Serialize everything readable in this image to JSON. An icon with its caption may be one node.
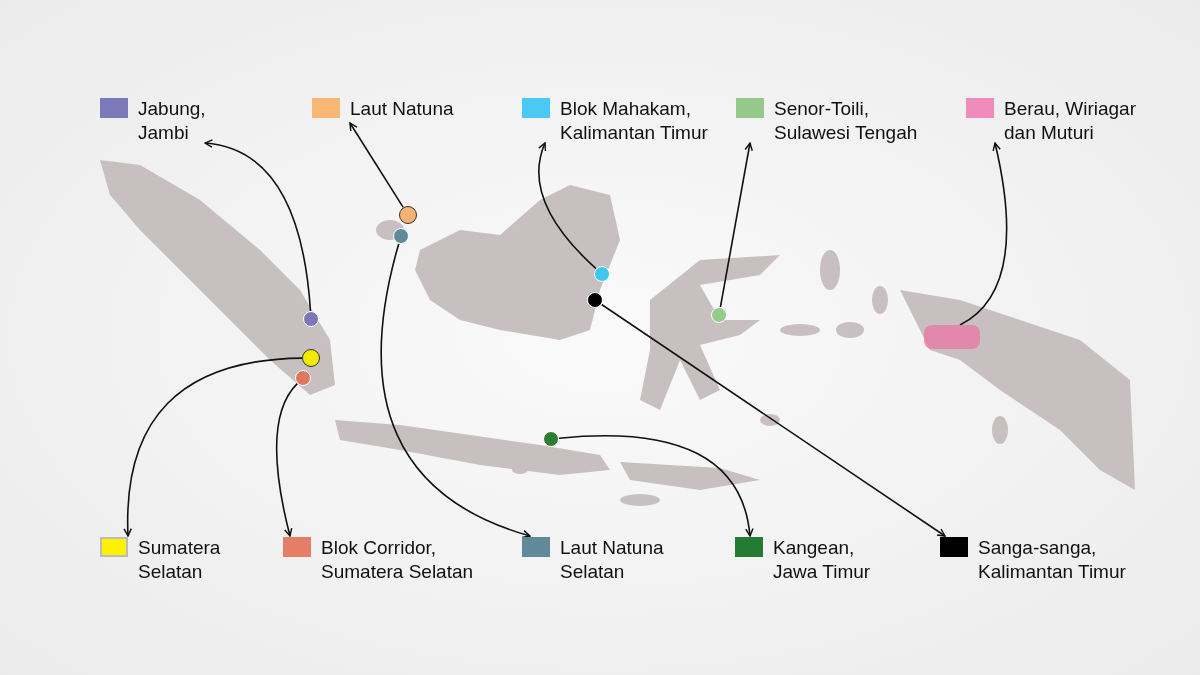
{
  "diagram": {
    "nodes": [
      {
        "text": [
          "Jabung, Jambi"
        ]
      },
      {
        "text": [
          "Laut Natuna"
        ]
      },
      {
        "text": [
          "Blok Mahakam, Kalimantan Timur"
        ]
      },
      {
        "text": [
          "Senor-Toili, Sulawesi Tengah"
        ]
      },
      {
        "text": [
          "Berau, Wiriagar dan Muturi"
        ]
      },
      {
        "text": [],
        "shape": "circle"
      },
      {
        "text": [],
        "shape": "circle"
      },
      {
        "text": [],
        "shape": "circle"
      },
      {
        "text": [],
        "shape": "circle"
      },
      {
        "text": [],
        "shape": "circle"
      },
      {
        "text": [],
        "shape": "circle"
      },
      {
        "text": [],
        "shape": "box"
      },
      {
        "text": [],
        "shape": "circle"
      },
      {
        "text": [],
        "shape": "circle"
      },
      {
        "text": [],
        "shape": "circle"
      },
      {
        "text": [
          "Sumatera Selatan"
        ]
      },
      {
        "text": [
          "Blok Corridor, Sumatera Selatan"
        ]
      },
      {
        "text": [
          "Laut Natuna Selatan"
        ]
      },
      {
        "text": [
          "Kangean, Jawa Timur"
        ]
      },
      {
        "text": [
          "Sanga-sanga, Kalimantan Timur"
        ]
      }
    ],
    "edges": [
      {
        "from": 10,
        "to": 0,
        "arrow": "to"
      },
      {
        "from": 5,
        "to": 1,
        "arrow": "to"
      },
      {
        "from": 7,
        "to": 2,
        "arrow": "to"
      },
      {
        "from": 9,
        "to": 3,
        "arrow": "to"
      },
      {
        "from": 11,
        "to": 4,
        "arrow": "to"
      },
      {
        "from": 12,
        "to": 15,
        "arrow": "to"
      },
      {
        "from": 13,
        "to": 16,
        "arrow": "to"
      },
      {
        "from": 6,
        "to": 17,
        "arrow": "to"
      },
      {
        "from": 14,
        "to": 18,
        "arrow": "to"
      },
      {
        "from": 8,
        "to": 19,
        "arrow": "to"
      }
    ]
  }
}
